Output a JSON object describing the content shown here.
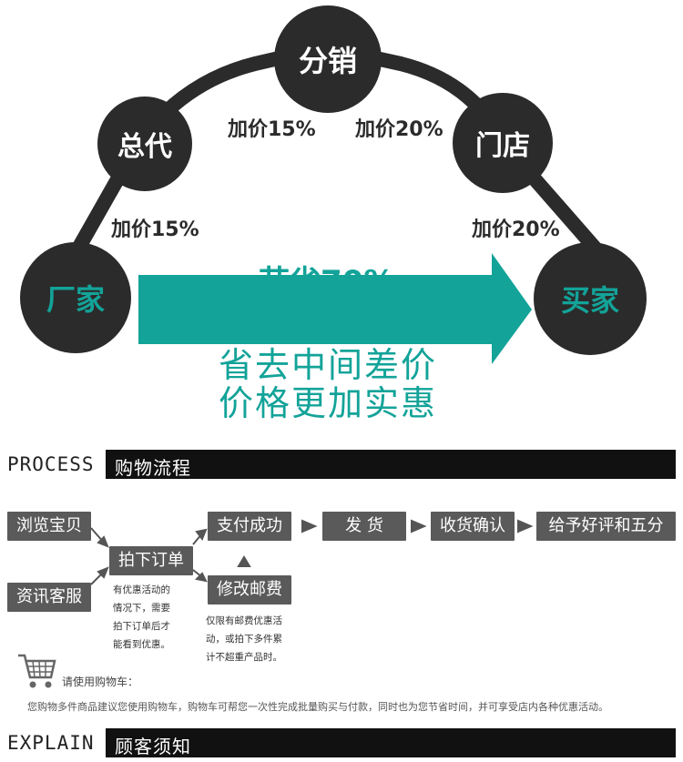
{
  "diagram": {
    "nodes": {
      "factory": "厂家",
      "general_agent": "总代",
      "distributor": "分销",
      "store": "门店",
      "buyer": "买家"
    },
    "markups": {
      "factory_to_agent": "加价15%",
      "agent_to_distributor": "加价15%",
      "distributor_to_store": "加价20%",
      "store_to_buyer": "加价20%"
    },
    "savings": "节省70%",
    "slogan_line1": "省去中间差价",
    "slogan_line2": "价格更加实惠",
    "colors": {
      "dark": "#2b2b2b",
      "accent": "#13a399"
    }
  },
  "process": {
    "en_label": "PROCESS",
    "cn_label": "购物流程",
    "steps": {
      "browse": "浏览宝贝",
      "consult": "资讯客服",
      "place_order": "拍下订单",
      "pay": "支付成功",
      "modify_shipping": "修改邮费",
      "ship": "发 货",
      "confirm_receipt": "收货确认",
      "review": "给予好评和五分"
    },
    "notes": {
      "discount": [
        "有优惠活动的",
        "情况下，需要",
        "拍下订单后才",
        "能看到优惠。"
      ],
      "shipping": [
        "仅限有邮费优惠活",
        "动，或拍下多件累",
        "计不超重产品时。"
      ]
    },
    "cart_tip": "请使用购物车：",
    "cart_info": "您购物多件商品建议您使用购物车，购物车可帮您一次性完成批量购买与付款，同时也为您节省时间，并可享受店内各种优惠活动。"
  },
  "explain": {
    "en_label": "EXPLAIN",
    "cn_label": "顾客须知"
  }
}
